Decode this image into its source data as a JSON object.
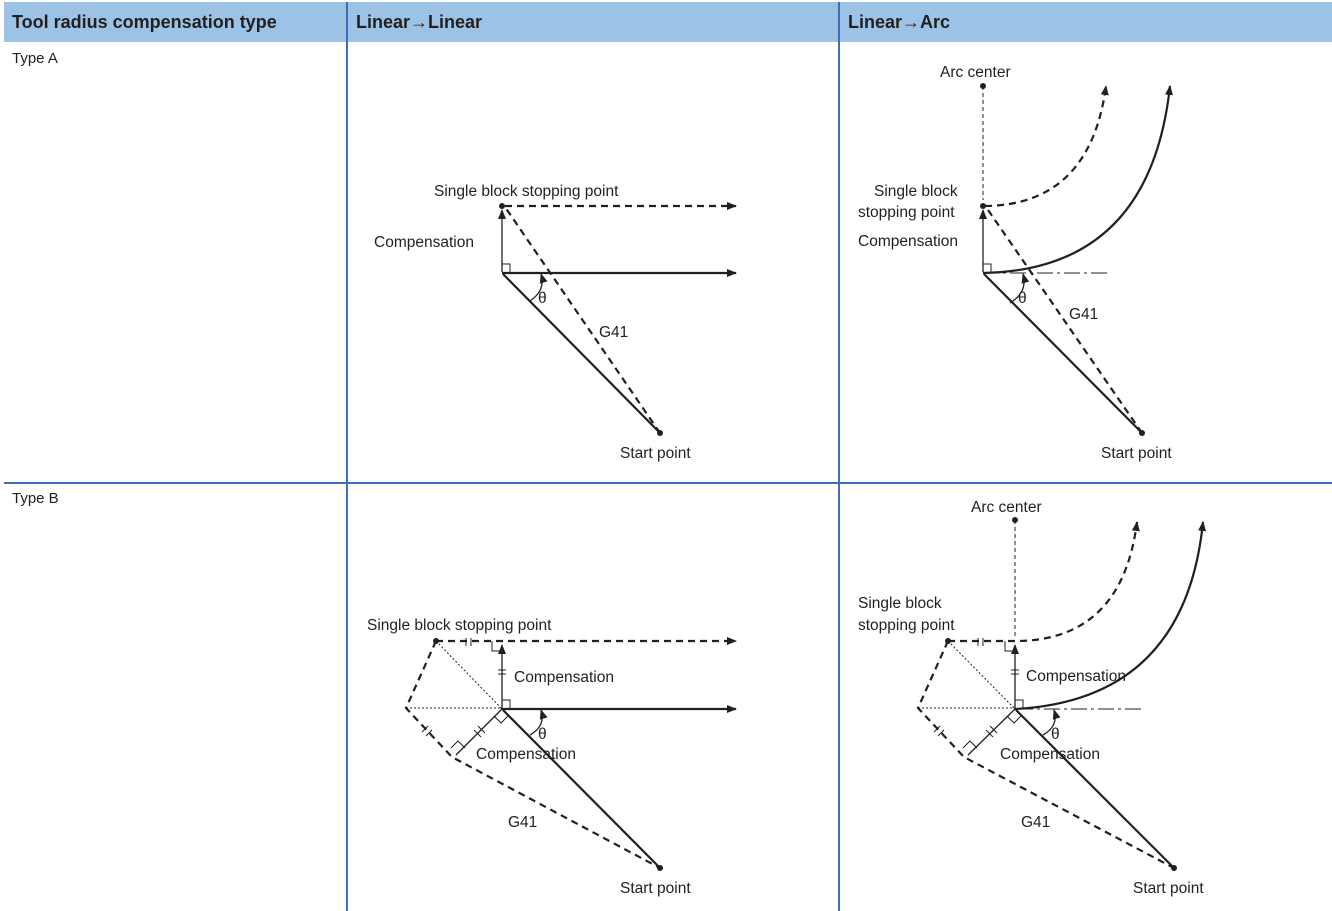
{
  "header": {
    "col1": "Tool radius compensation type",
    "col2": "Linear→Linear",
    "col3": "Linear→Arc"
  },
  "rows": [
    {
      "label": "Type A"
    },
    {
      "label": "Type B"
    }
  ],
  "figure_labels": {
    "single_block_stopping_point": "Single block stopping point",
    "single_block": "Single block",
    "stopping_point": "stopping point",
    "compensation": "Compensation",
    "theta": "θ",
    "g41": "G41",
    "start_point": "Start point",
    "arc_center": "Arc center"
  },
  "colors": {
    "header_bg": "#9cc3e6",
    "grid_line": "#3c6fb6",
    "ink": "#231f20"
  }
}
